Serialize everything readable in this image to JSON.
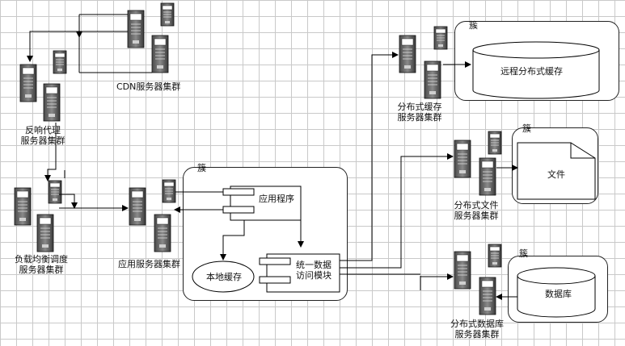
{
  "labels": {
    "cdn": "CDN服务器集群",
    "reverse_proxy": [
      "反响代理",
      "服务器集群"
    ],
    "load_balancer": [
      "负载均衡调度",
      "服务器集群"
    ],
    "app_servers": "应用服务器集群",
    "cluster": "簇",
    "application": "应用程序",
    "local_cache": "本地缓存",
    "data_access": [
      "统一数据",
      "访问模块"
    ],
    "dist_cache_servers": [
      "分布式缓存",
      "服务器集群"
    ],
    "remote_cache": "远程分布式缓存",
    "dist_file_servers": [
      "分布式文件",
      "服务器集群"
    ],
    "file": "文件",
    "dist_db_servers": [
      "分布式数据库",
      "服务器集群"
    ],
    "database": "数据库"
  }
}
